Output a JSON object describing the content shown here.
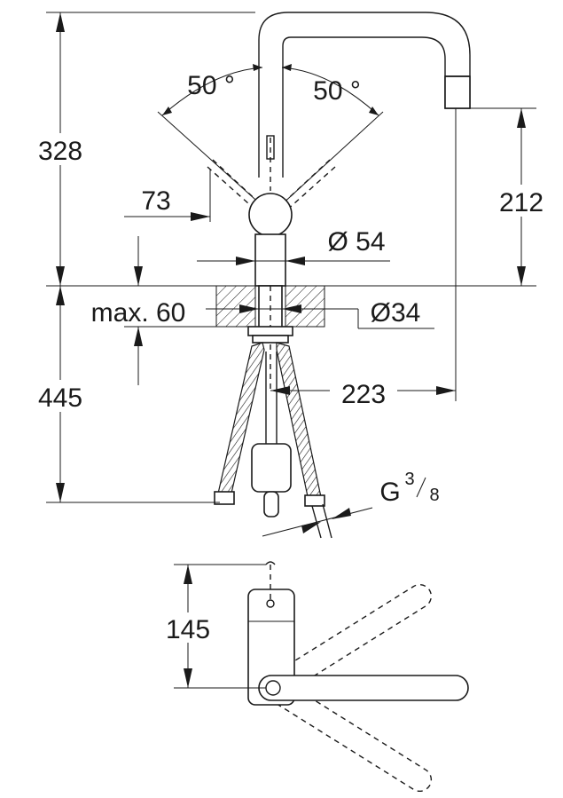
{
  "dimensions": {
    "height_above": "328",
    "angle_left": "50 °",
    "angle_right": "50 °",
    "handle_offset": "73",
    "spout_height": "212",
    "body_diameter": "Ø 54",
    "max_thickness": "max. 60",
    "hole_diameter": "Ø34",
    "height_below": "445",
    "spout_reach": "223",
    "thread": "G",
    "thread_num": "3",
    "thread_den": "8",
    "plan_depth": "145"
  }
}
